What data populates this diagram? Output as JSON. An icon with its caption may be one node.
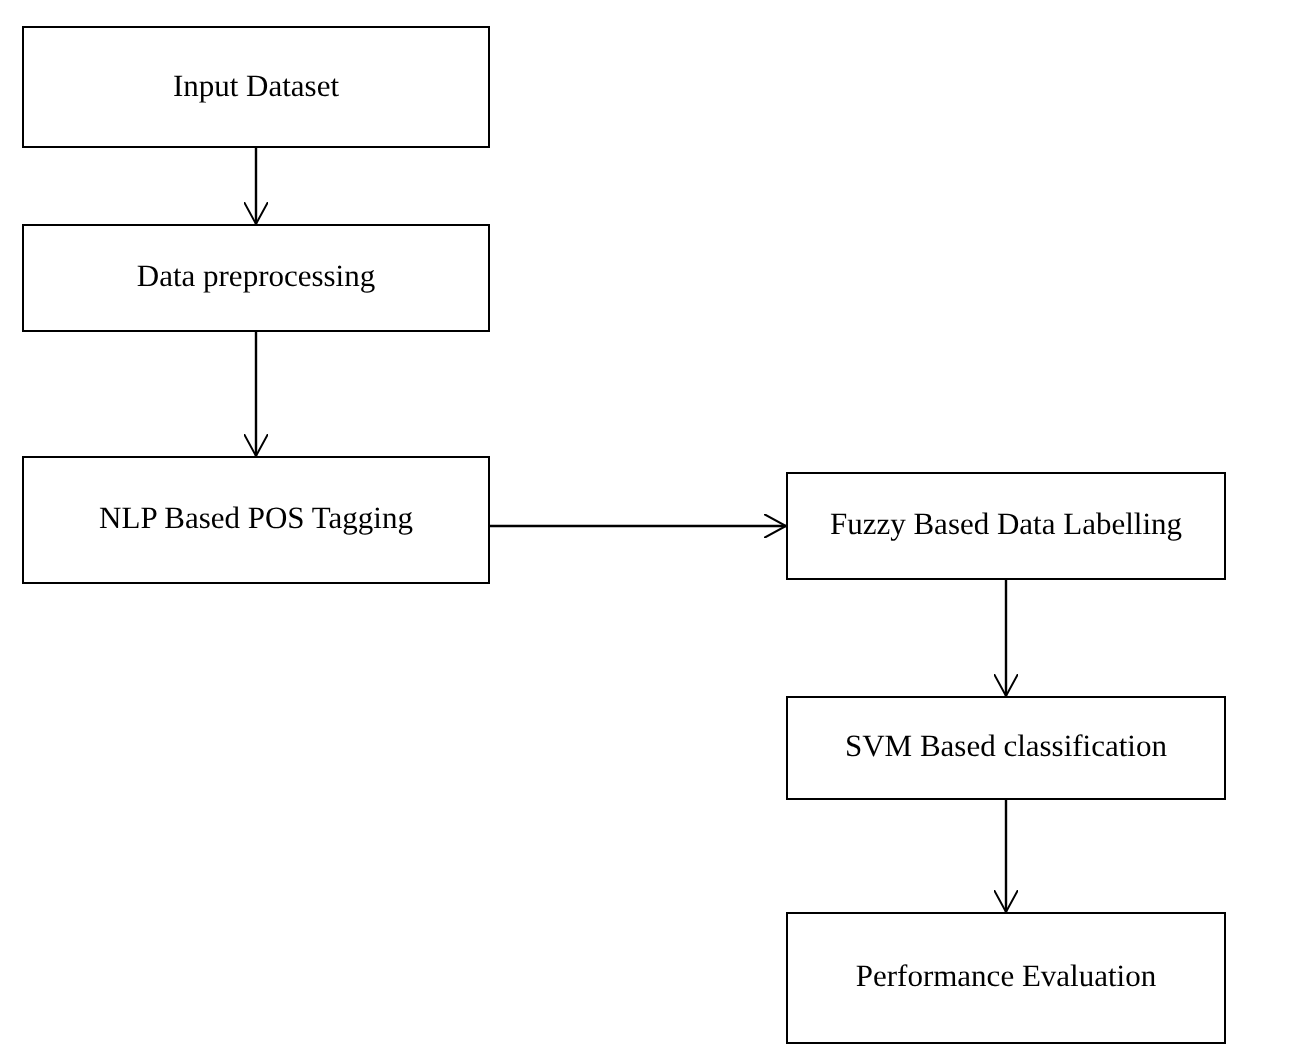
{
  "diagram": {
    "nodes": [
      {
        "text": [
          "Input Dataset"
        ]
      },
      {
        "text": [
          "Data preprocessing"
        ]
      },
      {
        "text": [
          "NLP Based POS Tagging"
        ]
      },
      {
        "text": [
          "Fuzzy Based Data Labelling"
        ]
      },
      {
        "text": [
          "SVM Based classification"
        ]
      },
      {
        "text": [
          "Performance Evaluation"
        ]
      }
    ],
    "edges": [
      {
        "from": 0,
        "to": 1,
        "arrow": "to"
      },
      {
        "from": 1,
        "to": 2,
        "arrow": "to"
      },
      {
        "from": 2,
        "to": 3,
        "arrow": "to"
      },
      {
        "from": 3,
        "to": 4,
        "arrow": "to"
      },
      {
        "from": 4,
        "to": 5,
        "arrow": "to"
      }
    ]
  }
}
